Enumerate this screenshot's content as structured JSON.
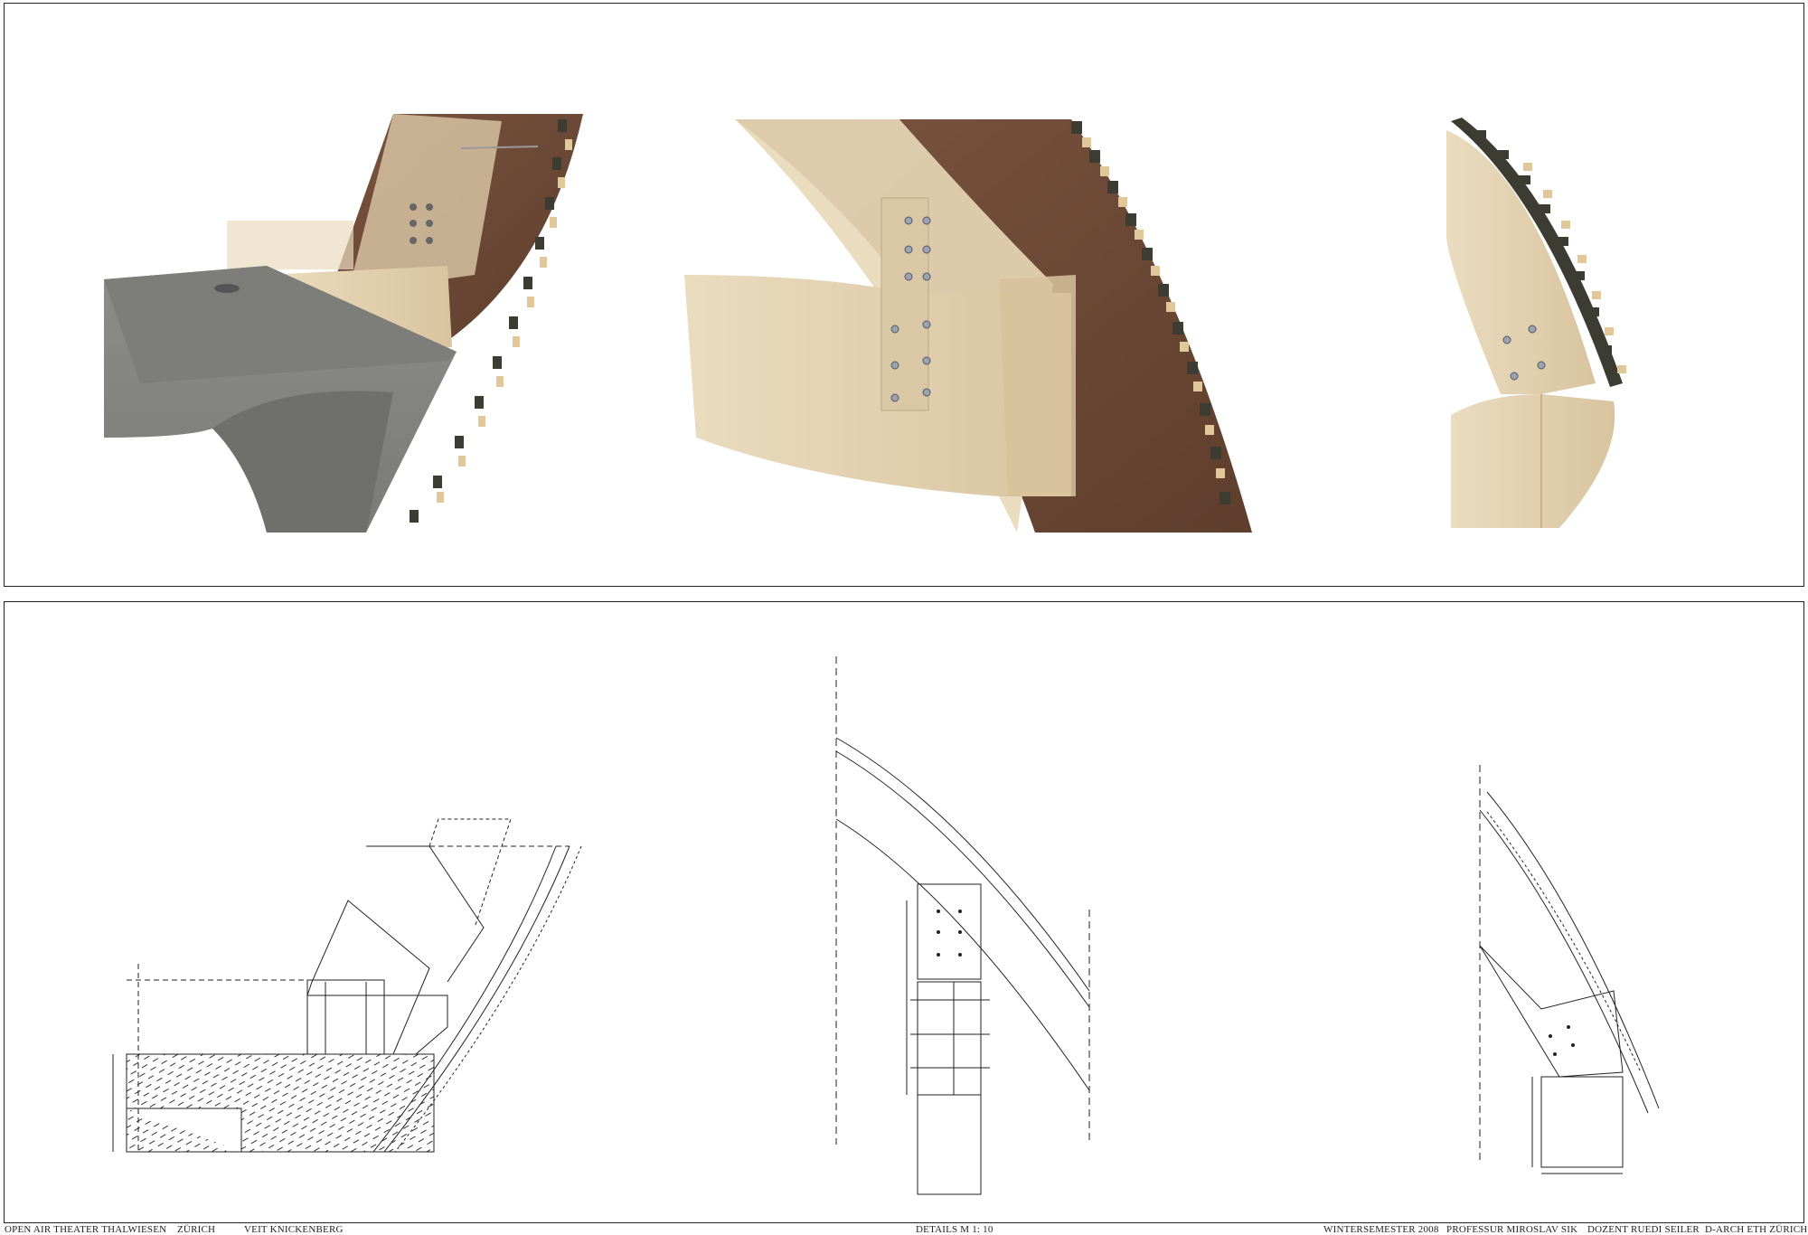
{
  "footer": {
    "project": "OPEN AIR THEATER THALWIESEN",
    "city": "ZÜRICH",
    "author": "VEIT KNICKENBERG",
    "sheet": "DETAILS M 1: 10",
    "semester": "WINTERSEMESTER 2008",
    "professor": "PROFESSUR MIROSLAV SIK",
    "lecturer": "DOZENT RUEDI SEILER",
    "institute": "D-ARCH  ETH ZÜRICH"
  },
  "colors": {
    "concrete": "#8a8a86",
    "concrete_dark": "#6f6f6b",
    "walnut": "#6e4a36",
    "light_wood": "#e6d6b6",
    "light_wood_shade": "#d8c39d",
    "shingle": "#3d3c32",
    "line": "#222222"
  }
}
